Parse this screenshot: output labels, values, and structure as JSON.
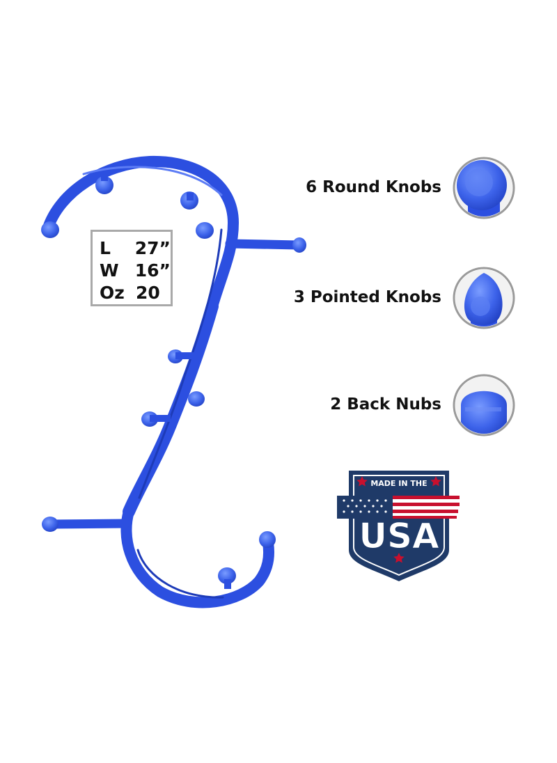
{
  "dimensions": {
    "rows": [
      {
        "label": "L",
        "value": "27”"
      },
      {
        "label": "W",
        "value": "16”"
      },
      {
        "label": "Oz",
        "value": "20"
      }
    ]
  },
  "features": [
    {
      "label": "6 Round Knobs",
      "knob_icon": "round-knob-icon"
    },
    {
      "label": "3 Pointed Knobs",
      "knob_icon": "pointed-knob-icon"
    },
    {
      "label": "2 Back Nubs",
      "knob_icon": "back-nub-icon"
    }
  ],
  "badge": {
    "top_text": "MADE IN THE",
    "main_text": "USA"
  },
  "colors": {
    "product_blue": "#2c4fe0",
    "badge_navy": "#1f3a68",
    "badge_red": "#c8102e",
    "frame_grey": "#a9a9a9"
  }
}
